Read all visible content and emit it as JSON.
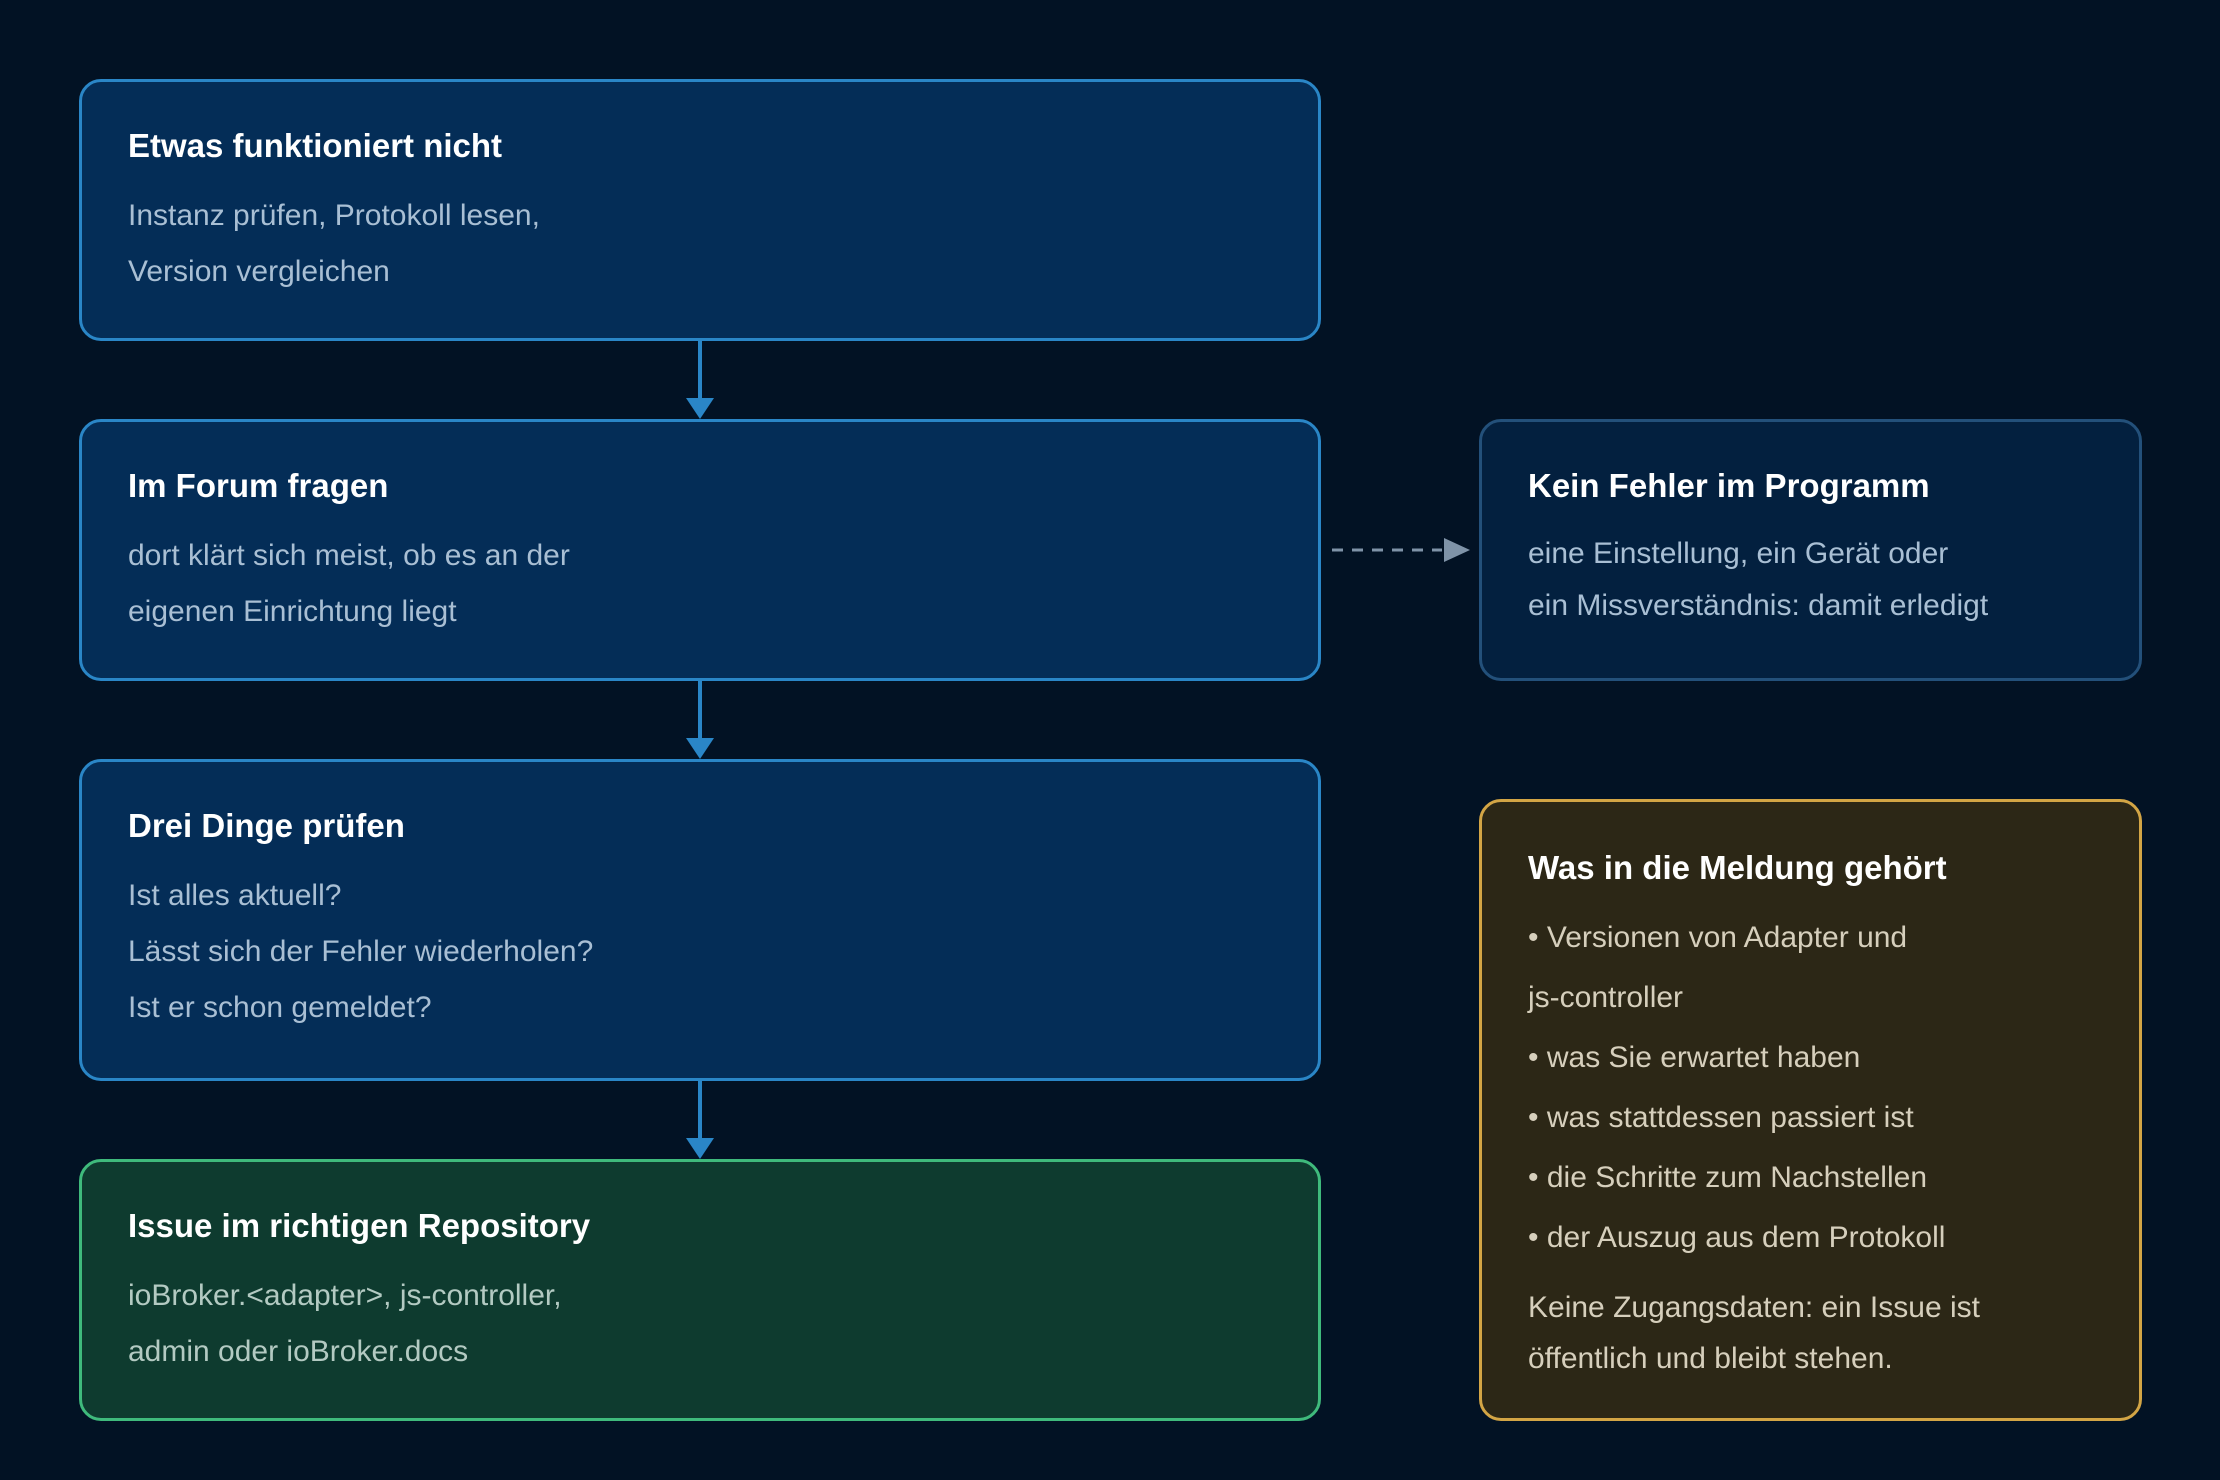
{
  "steps": [
    {
      "title": "Etwas funktioniert nicht",
      "lines": [
        "Instanz prüfen, Protokoll lesen,",
        "Version vergleichen"
      ]
    },
    {
      "title": "Im Forum fragen",
      "lines": [
        "dort klärt sich meist, ob es an der",
        "eigenen Einrichtung liegt"
      ]
    },
    {
      "title": "Drei Dinge prüfen",
      "lines": [
        "Ist alles aktuell?",
        "Lässt sich der Fehler wiederholen?",
        "Ist er schon gemeldet?"
      ]
    },
    {
      "title": "Issue im richtigen Repository",
      "lines": [
        "ioBroker.<adapter>, js-controller,",
        "admin oder ioBroker.docs"
      ]
    }
  ],
  "side": {
    "title": "Kein Fehler im Programm",
    "lines": [
      "eine Einstellung, ein Gerät oder",
      "ein Missverständnis: damit erledigt"
    ]
  },
  "note": {
    "title": "Was in die Meldung gehört",
    "items": [
      "• Versionen von Adapter und",
      "js-controller",
      "• was Sie erwartet haben",
      "• was stattdessen passiert ist",
      "• die Schritte zum Nachstellen",
      "• der Auszug aus dem Protokoll"
    ],
    "footer_lines": [
      "Keine Zugangsdaten: ein Issue ist",
      "öffentlich und bleibt stehen."
    ]
  },
  "colors": {
    "background": "#021224",
    "step_fill": "#042d57",
    "step_border": "#2a86c7",
    "final_fill": "#0e3b2f",
    "final_border": "#3fba7c",
    "side_fill": "#03203f",
    "side_border": "#23507a",
    "note_fill": "#2c2716",
    "note_border": "#d3a545",
    "arrow": "#2a86c7",
    "dashed_arrow": "#7f93a8"
  }
}
